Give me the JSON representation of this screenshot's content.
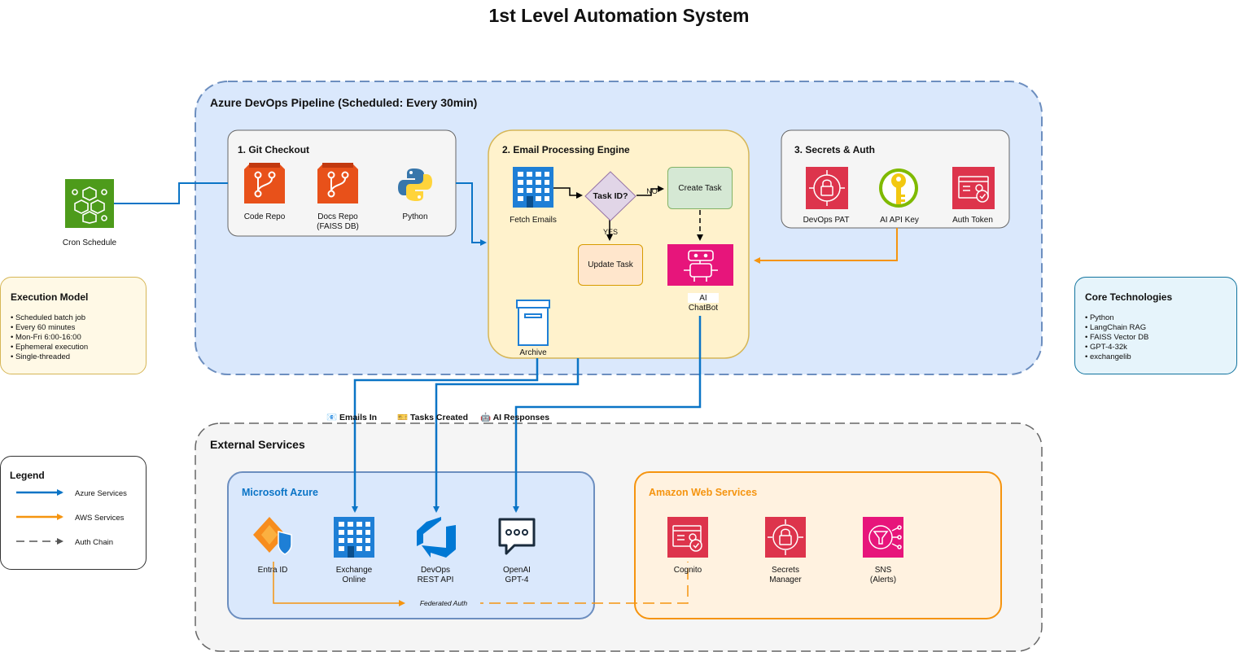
{
  "title": "1st Level Automation System",
  "pipeline": {
    "label": "Azure DevOps Pipeline (Scheduled: Every 30min)",
    "git_checkout": {
      "title": "1. Git Checkout",
      "items": [
        {
          "label": "Code Repo",
          "icon": "git-repo-icon"
        },
        {
          "label": "Docs Repo",
          "label2": "(FAISS DB)",
          "icon": "git-repo-icon"
        },
        {
          "label": "Python",
          "icon": "python-icon"
        }
      ]
    },
    "engine": {
      "title": "2. Email Processing Engine",
      "fetch_emails": "Fetch Emails",
      "decision": "Task ID?",
      "no_label": "NO",
      "yes_label": "YES",
      "create_task": "Create Task",
      "update_task": "Update Task",
      "chatbot_line1": "AI",
      "chatbot_line2": "ChatBot",
      "archive": "Archive"
    },
    "secrets": {
      "title": "3. Secrets & Auth",
      "items": [
        {
          "label": "DevOps PAT",
          "icon": "lock-icon"
        },
        {
          "label": "AI API Key",
          "icon": "key-icon"
        },
        {
          "label": "Auth Token",
          "icon": "auth-token-icon"
        }
      ]
    }
  },
  "cron": {
    "label": "Cron Schedule"
  },
  "flow_labels": {
    "emails_in": "📧 Emails In",
    "tasks_created": "🎫 Tasks Created",
    "ai_responses": "🤖 AI Responses"
  },
  "external": {
    "label": "External Services",
    "azure": {
      "title": "Microsoft Azure",
      "items": [
        {
          "label": "Entra ID",
          "label2": ""
        },
        {
          "label": "Exchange",
          "label2": "Online"
        },
        {
          "label": "DevOps",
          "label2": "REST API"
        },
        {
          "label": "OpenAI",
          "label2": "GPT-4"
        }
      ]
    },
    "aws": {
      "title": "Amazon Web Services",
      "items": [
        {
          "label": "Cognito",
          "label2": ""
        },
        {
          "label": "Secrets",
          "label2": "Manager"
        },
        {
          "label": "SNS",
          "label2": "(Alerts)"
        }
      ]
    },
    "federated": "Federated Auth"
  },
  "execution_model": {
    "title": "Execution Model",
    "items": [
      "• Scheduled batch job",
      "• Every 60 minutes",
      "• Mon-Fri 6:00-16:00",
      "• Ephemeral execution",
      "• Single-threaded"
    ]
  },
  "core_tech": {
    "title": "Core Technologies",
    "items": [
      "• Python",
      "• LangChain RAG",
      "• FAISS Vector DB",
      "• GPT-4-32k",
      "• exchangelib"
    ]
  },
  "legend": {
    "title": "Legend",
    "items": [
      {
        "label": "Azure Services",
        "color": "#0a74c6"
      },
      {
        "label": "AWS Services",
        "color": "#f5940f"
      },
      {
        "label": "Auth Chain",
        "color": "#555555"
      }
    ]
  },
  "colors": {
    "azure_blue": "#0a74c6",
    "aws_orange": "#f5940f",
    "pipeline_fill": "#dae8fc",
    "engine_fill": "#fff2cc",
    "aws_red": "#dd344c",
    "chatbot_pink": "#e7157b",
    "cron_green": "#4d9b1b"
  }
}
